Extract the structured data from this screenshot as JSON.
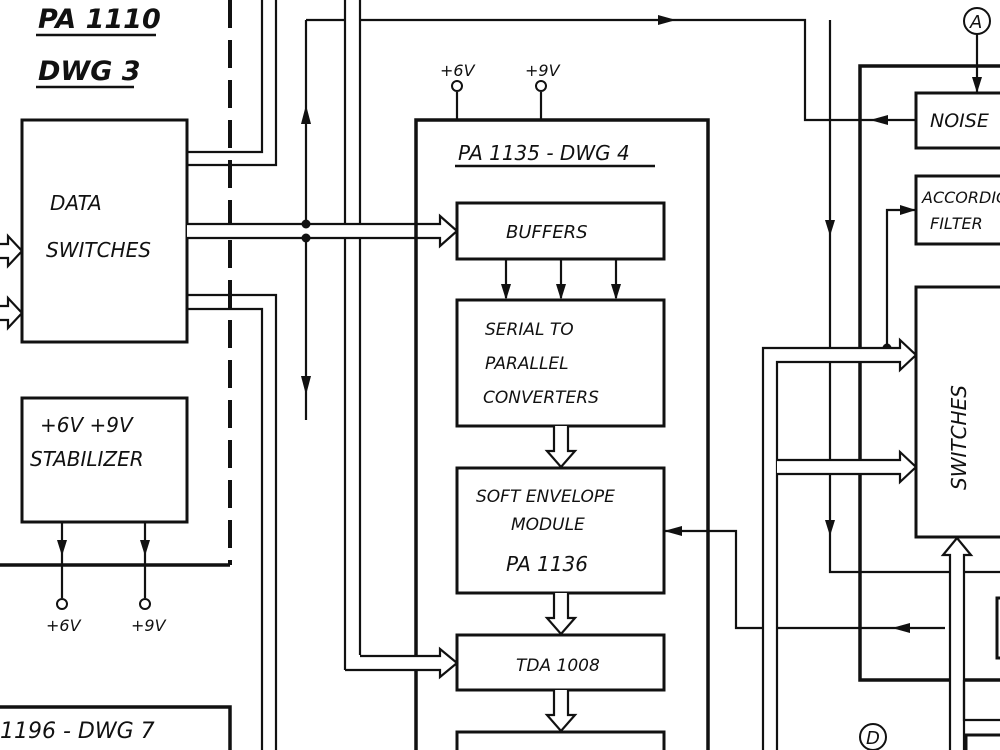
{
  "titles": {
    "pa1110": "PA 1110",
    "dwg3": "DWG 3",
    "pa1135_dwg4": "PA 1135 - DWG 4",
    "pa1196_dwg7": "1196  - DWG 7"
  },
  "blocks": {
    "data_switches": [
      "DATA",
      "SWITCHES"
    ],
    "stabilizer": [
      "+6V  +9V",
      "STABILIZER"
    ],
    "buffers": [
      "BUFFERS"
    ],
    "serial_to_parallel": [
      "SERIAL   TO",
      "PARALLEL",
      "CONVERTERS"
    ],
    "soft_envelope": [
      "SOFT  ENVELOPE",
      "MODULE",
      "PA 1136"
    ],
    "tda1008": [
      "TDA  1008"
    ],
    "noise": [
      "NOISE"
    ],
    "accordion_filter": [
      "ACCORDIO",
      "FILTER"
    ],
    "switches": [
      "SWITCHES"
    ]
  },
  "pins": {
    "top_6v": "+6V",
    "top_9v": "+9V",
    "bottom_6v": "+6V",
    "bottom_9v": "+9V"
  },
  "connectors": {
    "a": "A",
    "d": "D"
  }
}
